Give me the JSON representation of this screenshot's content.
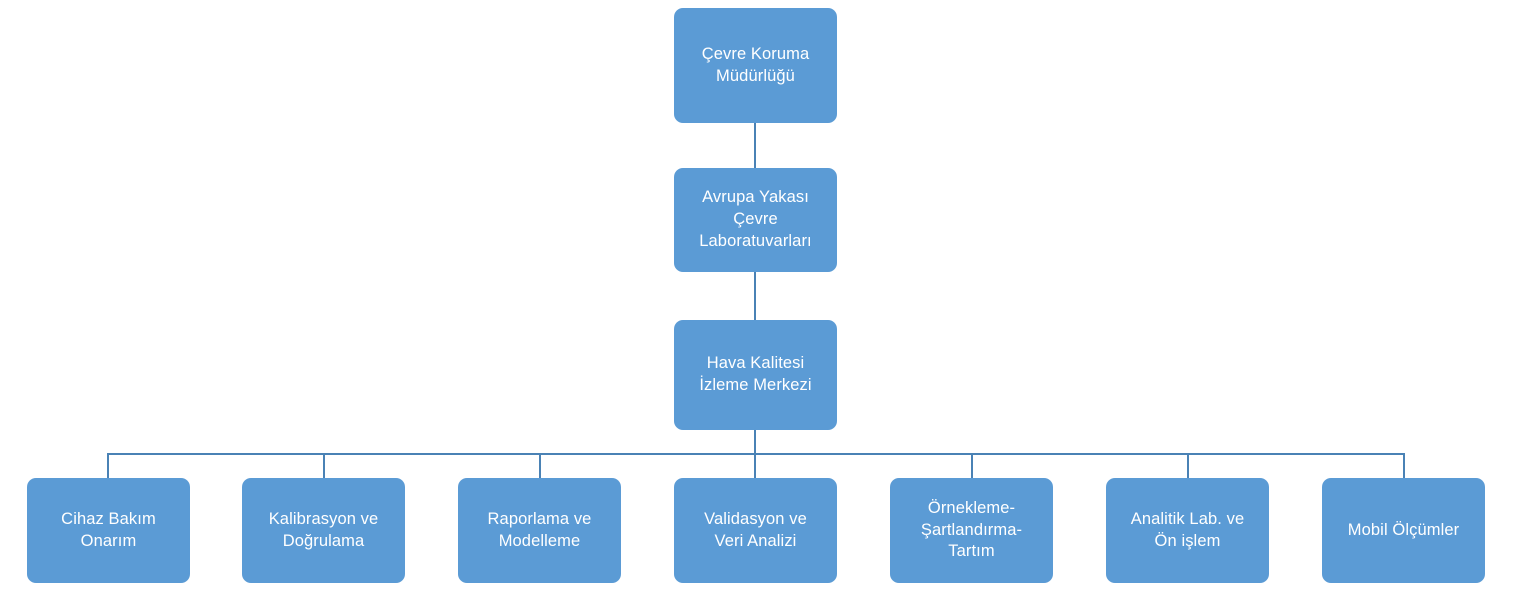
{
  "diagram": {
    "type": "organizational-chart",
    "title_text_language": "tr",
    "colors": {
      "node_fill": "#5B9BD5",
      "node_text": "#FFFFFF",
      "connector": "#4A82B5",
      "background": "#FFFFFF"
    },
    "levels": [
      {
        "level": 1,
        "nodes": [
          {
            "id": "cevre-koruma-mudurlugu",
            "label": "Çevre Koruma\nMüdürlüğü"
          }
        ]
      },
      {
        "level": 2,
        "nodes": [
          {
            "id": "avrupa-yakasi-cevre-laboratuvarlari",
            "label": "Avrupa Yakası\nÇevre\nLaboratuvarları"
          }
        ]
      },
      {
        "level": 3,
        "nodes": [
          {
            "id": "hava-kalitesi-izleme-merkezi",
            "label": "Hava Kalitesi\nİzleme Merkezi"
          }
        ]
      },
      {
        "level": 4,
        "nodes": [
          {
            "id": "cihaz-bakim-onarim",
            "label": "Cihaz Bakım\nOnarım"
          },
          {
            "id": "kalibrasyon-ve-dogrulama",
            "label": "Kalibrasyon ve\nDoğrulama"
          },
          {
            "id": "raporlama-ve-modelleme",
            "label": "Raporlama ve\nModelleme"
          },
          {
            "id": "validasyon-ve-veri-analizi",
            "label": "Validasyon ve\nVeri Analizi"
          },
          {
            "id": "ornekleme-sartlandirma-tartim",
            "label": "Örnekleme-\nŞartlandırma-\nTartım"
          },
          {
            "id": "analitik-lab-ve-on-islem",
            "label": "Analitik Lab. ve\nÖn işlem"
          },
          {
            "id": "mobil-olcumler",
            "label": "Mobil Ölçümler"
          }
        ]
      }
    ],
    "edges": [
      {
        "from": "cevre-koruma-mudurlugu",
        "to": "avrupa-yakasi-cevre-laboratuvarlari"
      },
      {
        "from": "avrupa-yakasi-cevre-laboratuvarlari",
        "to": "hava-kalitesi-izleme-merkezi"
      },
      {
        "from": "hava-kalitesi-izleme-merkezi",
        "to": "cihaz-bakim-onarim"
      },
      {
        "from": "hava-kalitesi-izleme-merkezi",
        "to": "kalibrasyon-ve-dogrulama"
      },
      {
        "from": "hava-kalitesi-izleme-merkezi",
        "to": "raporlama-ve-modelleme"
      },
      {
        "from": "hava-kalitesi-izleme-merkezi",
        "to": "validasyon-ve-veri-analizi"
      },
      {
        "from": "hava-kalitesi-izleme-merkezi",
        "to": "ornekleme-sartlandirma-tartim"
      },
      {
        "from": "hava-kalitesi-izleme-merkezi",
        "to": "analitik-lab-ve-on-islem"
      },
      {
        "from": "hava-kalitesi-izleme-merkezi",
        "to": "mobil-olcumler"
      }
    ]
  }
}
